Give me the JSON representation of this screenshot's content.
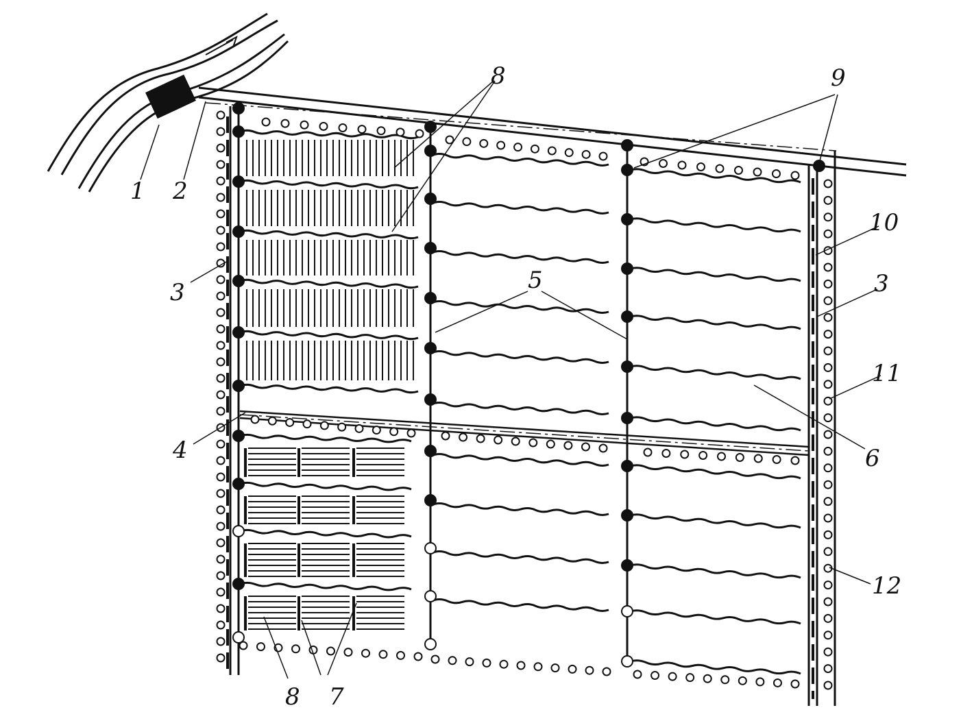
{
  "labels": [
    {
      "key": "1",
      "text": "1"
    },
    {
      "key": "2",
      "text": "2"
    },
    {
      "key": "3a",
      "text": "3"
    },
    {
      "key": "3b",
      "text": "3"
    },
    {
      "key": "4",
      "text": "4"
    },
    {
      "key": "5",
      "text": "5"
    },
    {
      "key": "6",
      "text": "6"
    },
    {
      "key": "7",
      "text": "7"
    },
    {
      "key": "8a",
      "text": "8"
    },
    {
      "key": "8b",
      "text": "8"
    },
    {
      "key": "9",
      "text": "9"
    },
    {
      "key": "10",
      "text": "10"
    },
    {
      "key": "11",
      "text": "11"
    },
    {
      "key": "12",
      "text": "12"
    }
  ],
  "colors": {
    "ink": "#111111",
    "paper": "#ffffff"
  }
}
